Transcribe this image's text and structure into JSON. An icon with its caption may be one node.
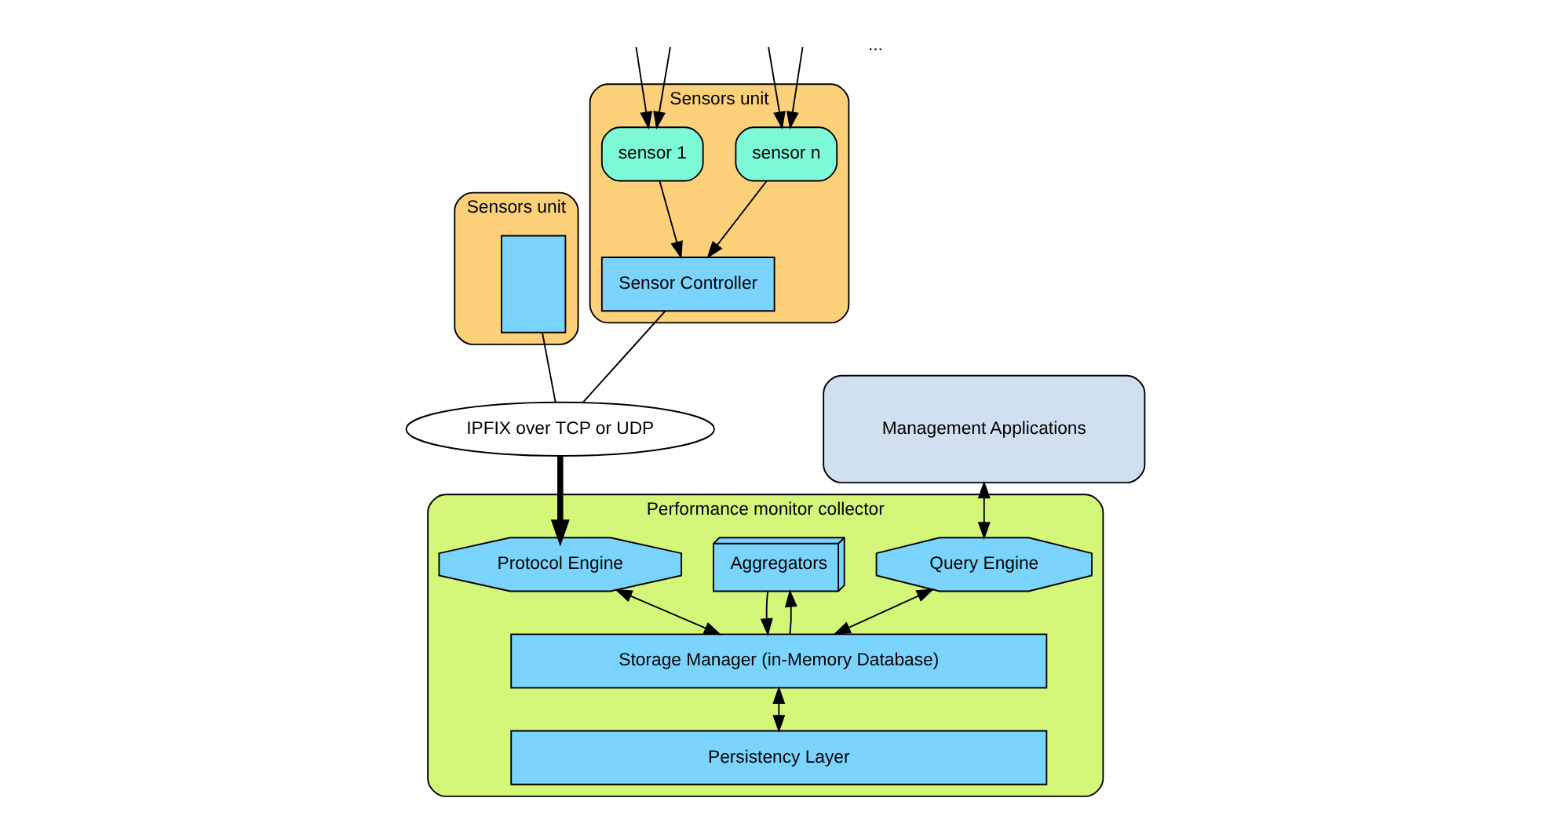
{
  "diagram": {
    "nodes": [
      {
        "text": [
          "Sensors unit"
        ]
      },
      {
        "text": [],
        "shape": "box",
        "in": 0
      },
      {
        "text": [
          "Sensors unit"
        ]
      },
      {
        "text": [
          "sensor 1"
        ],
        "in": 2
      },
      {
        "text": [
          "sensor n"
        ],
        "in": 2
      },
      {
        "text": [
          "Sensor Controller"
        ],
        "in": 2
      },
      {
        "text": [
          "IPFIX over TCP or UDP"
        ]
      },
      {
        "text": [
          "Management Applications"
        ]
      },
      {
        "text": [
          "Performance monitor collector"
        ]
      },
      {
        "text": [
          "Protocol Engine"
        ],
        "in": 8
      },
      {
        "text": [
          "Aggregators"
        ],
        "in": 8
      },
      {
        "text": [
          "Query Engine"
        ],
        "in": 8
      },
      {
        "text": [
          "Storage Manager (in-Memory Database)"
        ],
        "in": 8
      },
      {
        "text": [
          "Persistency Layer"
        ],
        "in": 8
      }
    ],
    "edges": [
      {
        "from": null,
        "to": 3,
        "arrow": "to"
      },
      {
        "from": null,
        "to": 3,
        "arrow": "to"
      },
      {
        "from": null,
        "to": 4,
        "arrow": "to"
      },
      {
        "from": null,
        "to": 4,
        "arrow": "to"
      },
      {
        "from": 3,
        "to": 5,
        "arrow": "to"
      },
      {
        "from": 4,
        "to": 5,
        "arrow": "to"
      },
      {
        "from": 1,
        "to": 6,
        "arrow": "none"
      },
      {
        "from": 5,
        "to": 6,
        "arrow": "none"
      },
      {
        "from": 6,
        "to": 9,
        "arrow": "to",
        "style": "thick"
      },
      {
        "from": 7,
        "to": 11,
        "arrow": "both"
      },
      {
        "from": 9,
        "to": 12,
        "arrow": "both"
      },
      {
        "from": 12,
        "to": 10,
        "arrow": "to"
      },
      {
        "from": 10,
        "to": 12,
        "arrow": "to"
      },
      {
        "from": 11,
        "to": 12,
        "arrow": "both"
      },
      {
        "from": 12,
        "to": 13,
        "arrow": "both"
      }
    ],
    "labels": [
      "..."
    ]
  }
}
